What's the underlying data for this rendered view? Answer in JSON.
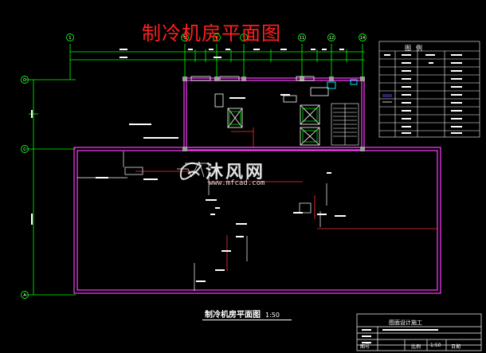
{
  "drawing": {
    "title": "制冷机房平面图",
    "caption": "制冷机房平面图",
    "caption_scale": "1:50"
  },
  "legend": {
    "title": "图例"
  },
  "title_block": {
    "project": "图面设计施工",
    "scale_label": "比例",
    "scale_value": "1:50",
    "date_label": "日期",
    "number_label": "图号"
  },
  "watermark": {
    "brand": "沐风网",
    "url": "www.mfcad.com"
  },
  "axes": {
    "top": [
      "1",
      "5",
      "6",
      "7",
      "11",
      "12",
      "14"
    ],
    "left": [
      "D",
      "C",
      "A"
    ]
  },
  "colors": {
    "wall": "#ff40ff",
    "dimension": "#00ff00",
    "axis_bubble": "#00ff00",
    "equipment": "#ffffff",
    "pipe": "#ff3030",
    "title": "#ff2020"
  }
}
